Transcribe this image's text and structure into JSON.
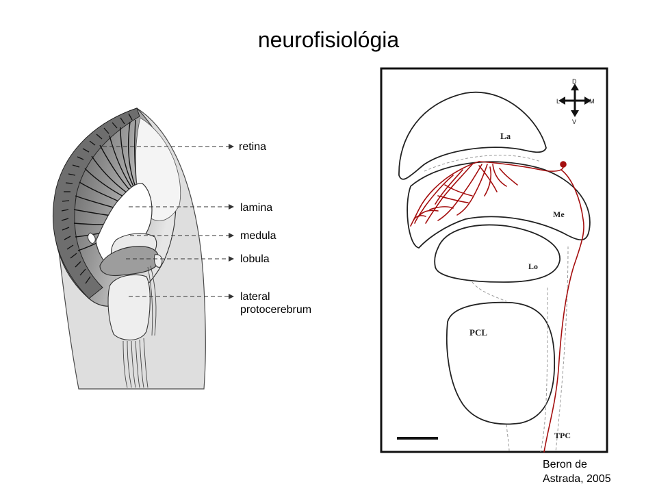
{
  "title": "neurofisiológia",
  "left_diagram": {
    "labels": {
      "retina": "retina",
      "lamina": "lamina",
      "medula": "medula",
      "lobula": "lobula",
      "lateral_line1": "lateral",
      "lateral_line2": "protocerebrum"
    }
  },
  "right_diagram": {
    "compass": {
      "d": "D",
      "v": "V",
      "l": "L",
      "m": "M"
    },
    "regions": {
      "la": "La",
      "me": "Me",
      "lo": "Lo",
      "pcl": "PCL",
      "tpc": "TPC"
    },
    "neuron_color": "#a50f0f"
  },
  "credit": {
    "line1": "Beron de",
    "line2": "Astrada, 2005"
  }
}
